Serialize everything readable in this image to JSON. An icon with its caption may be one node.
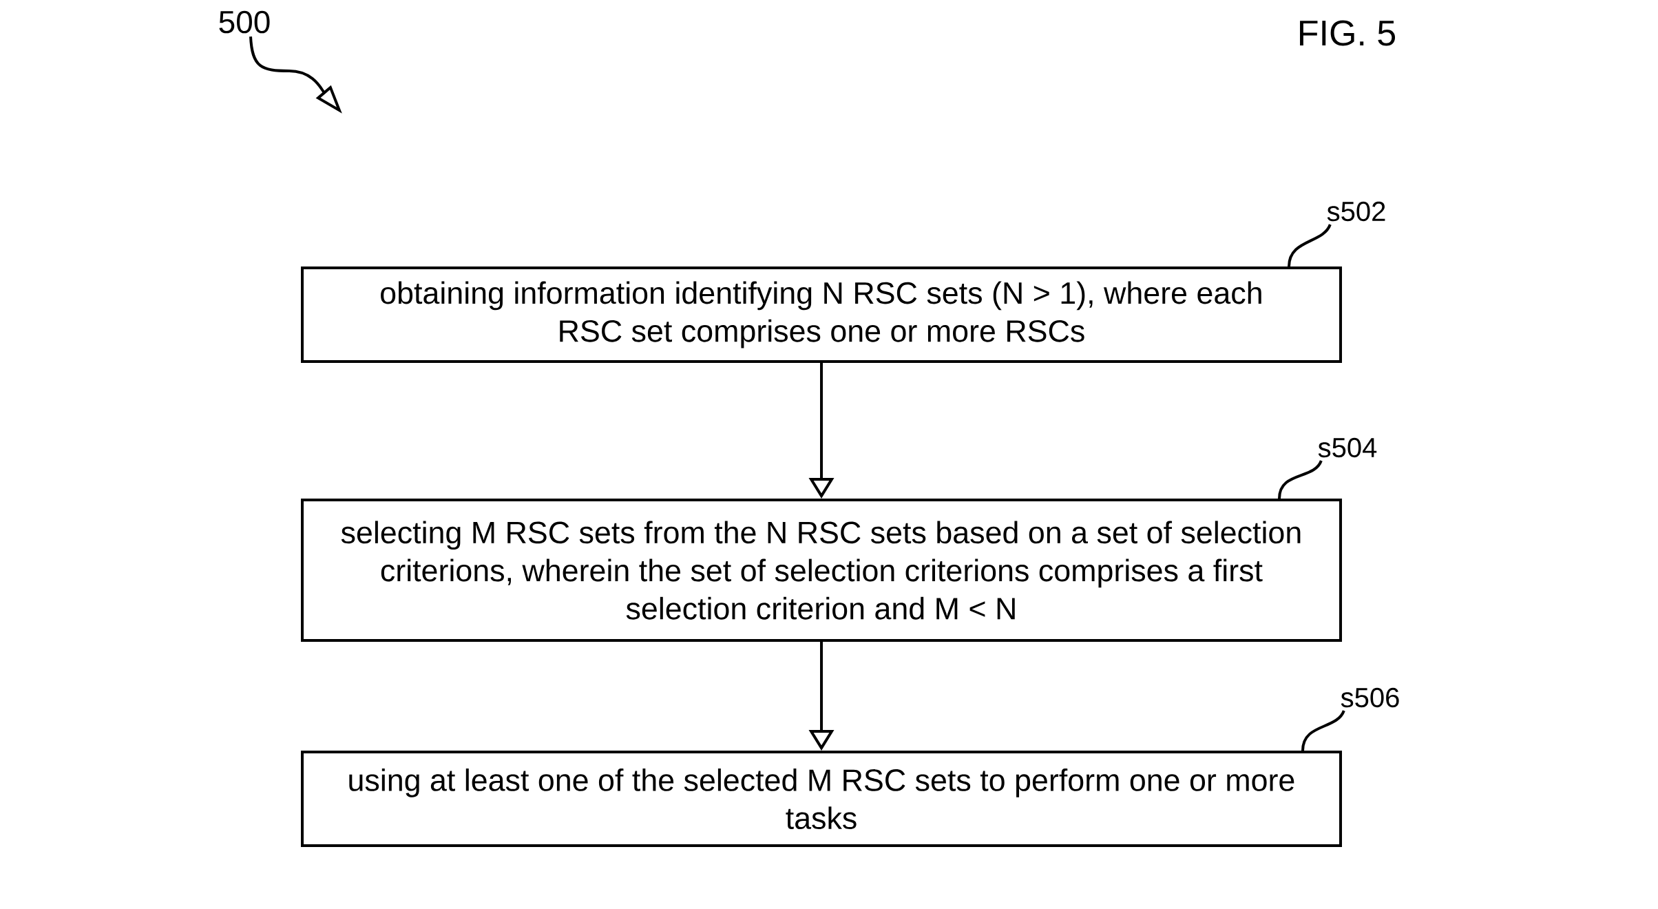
{
  "diagram": {
    "title": "FIG. 5",
    "nodes": [
      {
        "text": [
          "500"
        ]
      },
      {
        "text": [
          "s502"
        ]
      },
      {
        "text": [
          "obtaining information identifying N RSC sets (N > 1), where each RSC set comprises one or more RSCs"
        ]
      },
      {
        "text": [
          "s504"
        ]
      },
      {
        "text": [
          "selecting M RSC sets from the N RSC sets based on a set of selection criterions, wherein the set of selection criterions comprises a first selection criterion and M < N"
        ]
      },
      {
        "text": [
          "s506"
        ]
      },
      {
        "text": [
          "using at least one of the selected M RSC sets to perform one or more tasks"
        ]
      }
    ],
    "edges": [
      {
        "from": 0,
        "to": null,
        "arrow": "to"
      },
      {
        "from": 1,
        "to": 2,
        "arrow": "none"
      },
      {
        "from": 2,
        "to": 4,
        "arrow": "to"
      },
      {
        "from": 3,
        "to": 4,
        "arrow": "none"
      },
      {
        "from": 4,
        "to": 6,
        "arrow": "to"
      },
      {
        "from": 5,
        "to": 6,
        "arrow": "none"
      }
    ]
  }
}
